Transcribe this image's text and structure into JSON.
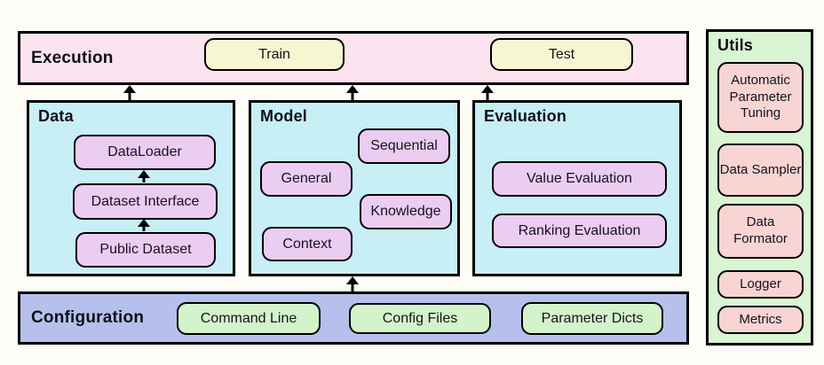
{
  "execution": {
    "title": "Execution",
    "train_label": "Train",
    "test_label": "Test"
  },
  "data_module": {
    "title": "Data",
    "items": [
      "DataLoader",
      "Dataset Interface",
      "Public Dataset"
    ]
  },
  "model_module": {
    "title": "Model",
    "items": [
      "Sequential",
      "General",
      "Knowledge",
      "Context"
    ]
  },
  "evaluation_module": {
    "title": "Evaluation",
    "items": [
      "Value Evaluation",
      "Ranking Evaluation"
    ]
  },
  "configuration": {
    "title": "Configuration",
    "items": [
      "Command Line",
      "Config Files",
      "Parameter Dicts"
    ]
  },
  "utils": {
    "title": "Utils",
    "items": [
      "Automatic Parameter Tuning",
      "Data Sampler",
      "Data Formator",
      "Logger",
      "Metrics"
    ]
  },
  "arrows": [
    {
      "name": "public-dataset-to-dataset-interface",
      "direction": "up"
    },
    {
      "name": "dataset-interface-to-dataloader",
      "direction": "up"
    },
    {
      "name": "data-to-execution",
      "direction": "up"
    },
    {
      "name": "model-to-execution",
      "direction": "up"
    },
    {
      "name": "evaluation-to-execution",
      "direction": "up"
    },
    {
      "name": "configuration-to-model",
      "direction": "up"
    }
  ],
  "colors": {
    "background": "#fdfcf6",
    "execution_fill": "#fbe3ef",
    "action_button_fill": "#f6f6d0",
    "module_fill": "#c8eff5",
    "module_item_fill": "#eccdf2",
    "configuration_fill": "#b5c1ec",
    "configuration_item_fill": "#d3f4cb",
    "utils_fill": "#d9f5d3",
    "utils_item_fill": "#f8d4d3",
    "border": "#000000"
  }
}
